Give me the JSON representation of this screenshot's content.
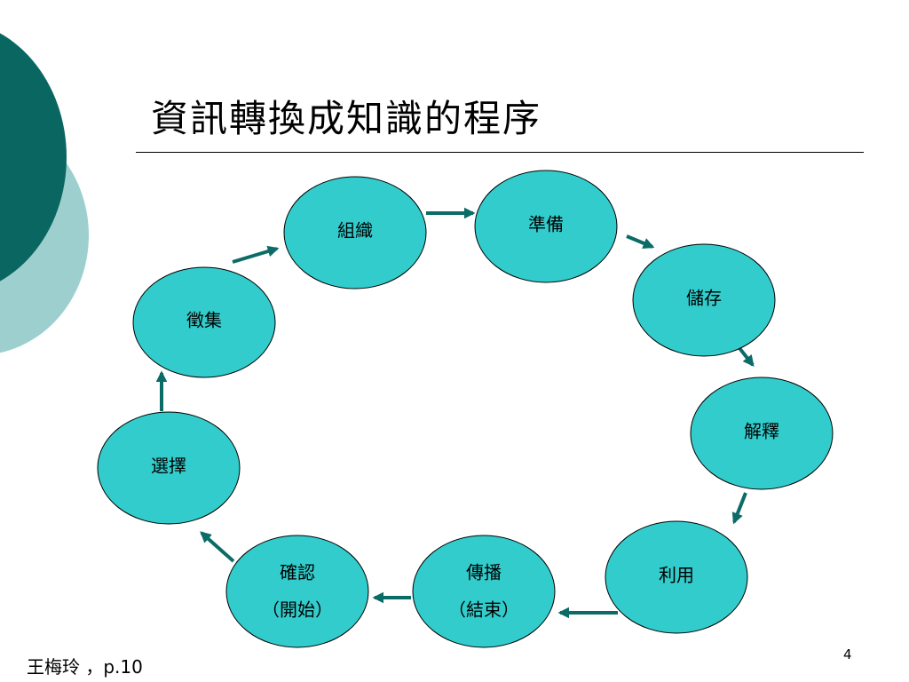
{
  "slide": {
    "title": "資訊轉換成知識的程序",
    "footer": "王梅玲 ，p.10",
    "page_number": "4"
  },
  "colors": {
    "node_fill": "#33cccc",
    "node_stroke": "#000000",
    "arrow": "#0b6b66",
    "deco_dark": "#0a6660",
    "deco_light": "#9ecfcf"
  },
  "cycle": {
    "nodes": [
      {
        "id": "collect",
        "lines": [
          "徵集"
        ]
      },
      {
        "id": "organize",
        "lines": [
          "組織"
        ]
      },
      {
        "id": "prepare",
        "lines": [
          "準備"
        ]
      },
      {
        "id": "store",
        "lines": [
          "儲存"
        ]
      },
      {
        "id": "interpret",
        "lines": [
          "解釋"
        ]
      },
      {
        "id": "use",
        "lines": [
          "利用"
        ]
      },
      {
        "id": "disseminate",
        "lines": [
          "傳播",
          "（結束）"
        ]
      },
      {
        "id": "confirm",
        "lines": [
          "確認",
          "（開始）"
        ]
      },
      {
        "id": "select",
        "lines": [
          "選擇"
        ]
      }
    ],
    "flow": [
      [
        "collect",
        "organize"
      ],
      [
        "organize",
        "prepare"
      ],
      [
        "prepare",
        "store"
      ],
      [
        "store",
        "interpret"
      ],
      [
        "interpret",
        "use"
      ],
      [
        "use",
        "disseminate"
      ],
      [
        "disseminate",
        "confirm"
      ],
      [
        "confirm",
        "select"
      ],
      [
        "select",
        "collect"
      ]
    ]
  }
}
